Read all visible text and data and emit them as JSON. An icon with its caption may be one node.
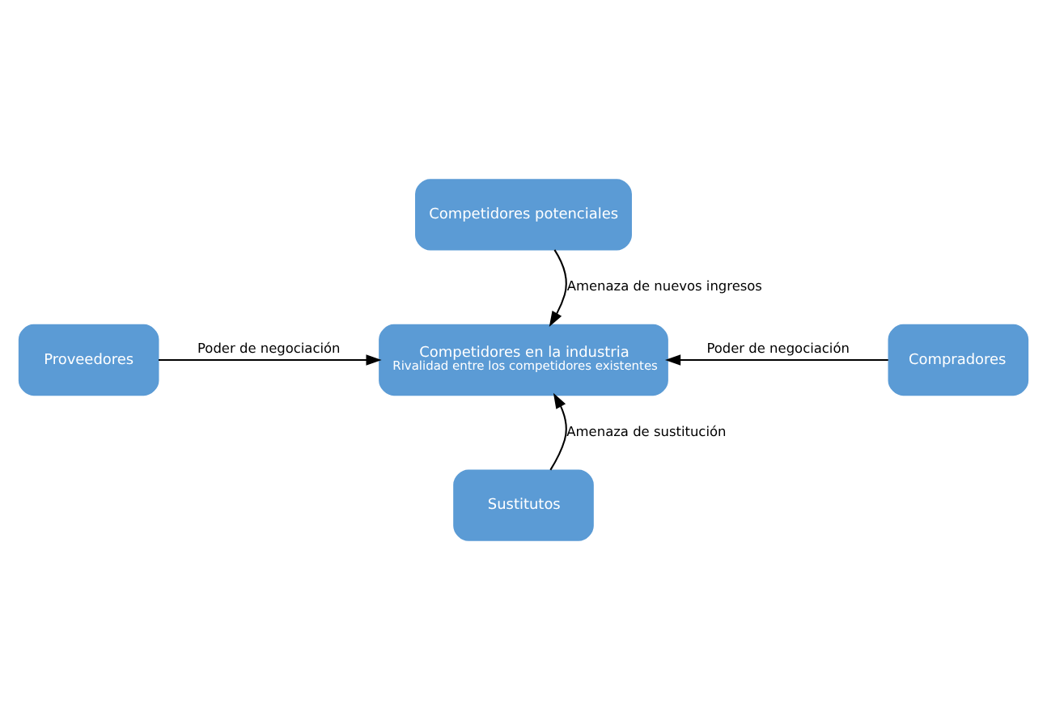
{
  "diagram": {
    "nodes": [
      {
        "text": [
          "Competidores potenciales"
        ]
      },
      {
        "text": [
          "Proveedores"
        ]
      },
      {
        "text": [
          "Competidores en la industria",
          "Rivalidad entre los competidores existentes"
        ]
      },
      {
        "text": [
          "Compradores"
        ]
      },
      {
        "text": [
          "Sustitutos"
        ]
      }
    ],
    "edges": [
      {
        "from": 0,
        "to": 2,
        "arrow": "to",
        "label": "Amenaza de nuevos ingresos"
      },
      {
        "from": 1,
        "to": 2,
        "arrow": "to",
        "label": "Poder de negociación"
      },
      {
        "from": 3,
        "to": 2,
        "arrow": "to",
        "label": "Poder de negociación"
      },
      {
        "from": 4,
        "to": 2,
        "arrow": "to",
        "label": "Amenaza de sustitución"
      }
    ]
  }
}
